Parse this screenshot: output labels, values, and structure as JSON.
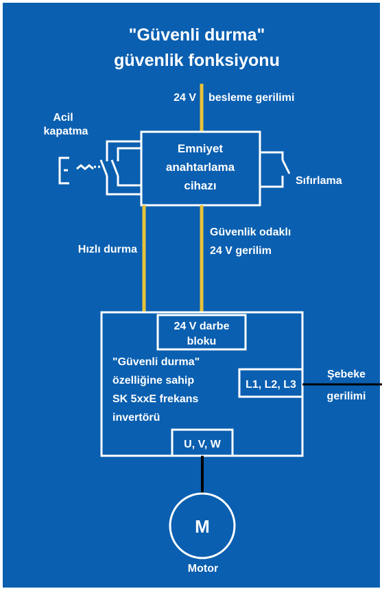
{
  "title": {
    "line1": "\"Güvenli durma\"",
    "line2": "güvenlik fonksiyonu"
  },
  "supply": {
    "voltage": "24 V",
    "label": "besleme gerilimi"
  },
  "emergency": {
    "line1": "Acil",
    "line2": "kapatma"
  },
  "safety_device": {
    "line1": "Emniyet",
    "line2": "anahtarlama",
    "line3": "cihazı"
  },
  "reset": {
    "label": "Sıfırlama"
  },
  "fast_stop": {
    "label": "Hızlı durma"
  },
  "safe_voltage": {
    "line1": "Güvenlik odaklı",
    "line2": "24 V gerilim"
  },
  "pulse_block": {
    "line1": "24 V darbe",
    "line2": "bloku"
  },
  "inverter": {
    "line1": "\"Güvenli durma\"",
    "line2": "özelliğine sahip",
    "line3": "SK 5xxE frekans",
    "line4": "invertörü"
  },
  "mains_terminals": {
    "label": "L1, L2, L3"
  },
  "mains": {
    "line1": "Şebeke",
    "line2": "gerilimi"
  },
  "motor_terminals": {
    "label": "U, V, W"
  },
  "motor": {
    "symbol": "M",
    "label": "Motor"
  },
  "colors": {
    "background": "#0a5fb0",
    "line": "#ffffff",
    "wire_yellow": "#e8c23a",
    "wire_black": "#000000"
  }
}
